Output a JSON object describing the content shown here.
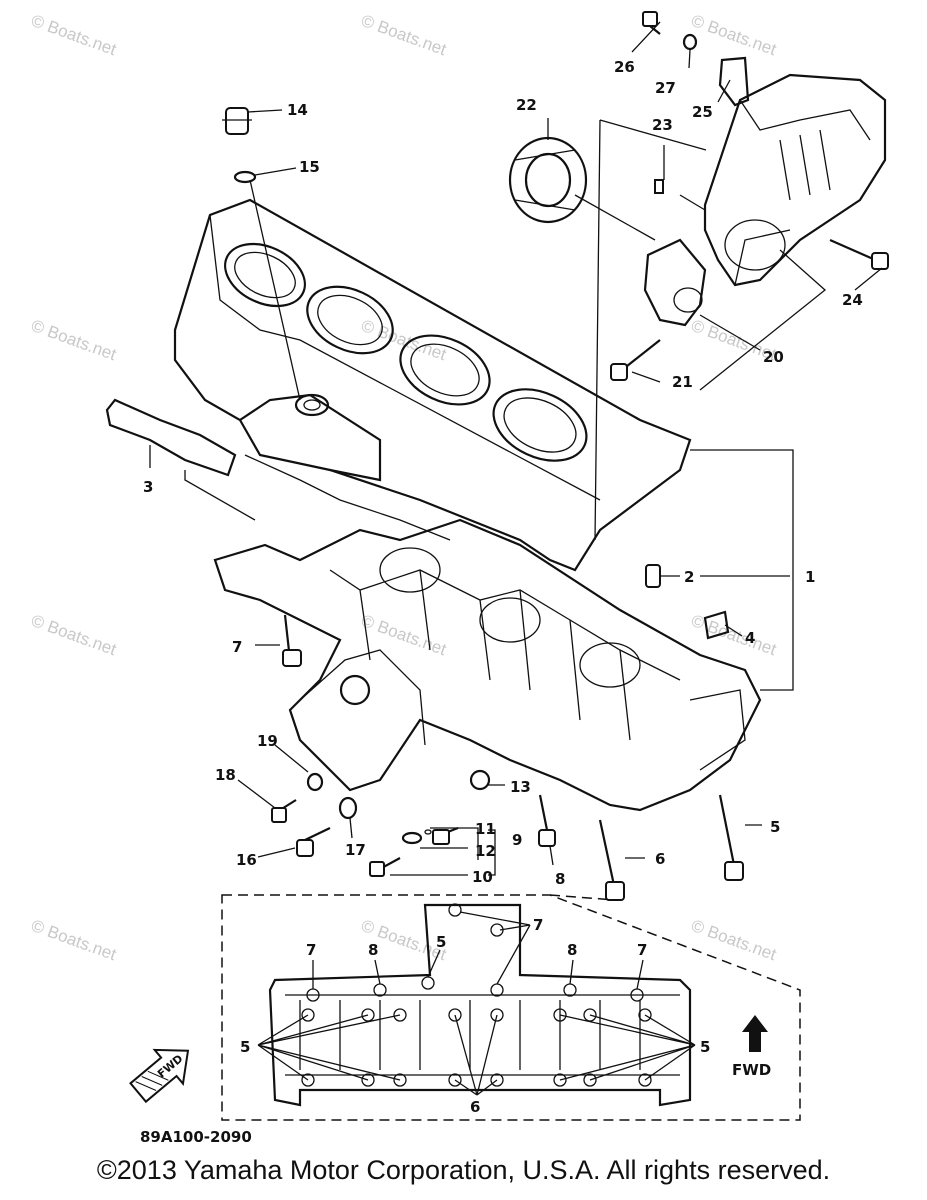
{
  "diagram": {
    "part_numbers": [
      {
        "id": "1",
        "text": "1"
      },
      {
        "id": "2",
        "text": "2"
      },
      {
        "id": "3",
        "text": "3"
      },
      {
        "id": "4",
        "text": "4"
      },
      {
        "id": "5",
        "text": "5"
      },
      {
        "id": "6",
        "text": "6"
      },
      {
        "id": "7",
        "text": "7"
      },
      {
        "id": "8",
        "text": "8"
      },
      {
        "id": "9",
        "text": "9"
      },
      {
        "id": "10",
        "text": "10"
      },
      {
        "id": "11",
        "text": "11"
      },
      {
        "id": "12",
        "text": "12"
      },
      {
        "id": "13",
        "text": "13"
      },
      {
        "id": "14",
        "text": "14"
      },
      {
        "id": "15",
        "text": "15"
      },
      {
        "id": "16",
        "text": "16"
      },
      {
        "id": "17",
        "text": "17"
      },
      {
        "id": "18",
        "text": "18"
      },
      {
        "id": "19",
        "text": "19"
      },
      {
        "id": "20",
        "text": "20"
      },
      {
        "id": "21",
        "text": "21"
      },
      {
        "id": "22",
        "text": "22"
      },
      {
        "id": "23",
        "text": "23"
      },
      {
        "id": "24",
        "text": "24"
      },
      {
        "id": "25",
        "text": "25"
      },
      {
        "id": "26",
        "text": "26"
      },
      {
        "id": "27",
        "text": "27"
      }
    ],
    "inset_labels": {
      "n7": "7",
      "n8": "8",
      "n5": "5",
      "n6": "6"
    },
    "fwd_arrow_label": "FWD",
    "fwd_text": "FWD",
    "reference_code": "89A100-2090",
    "watermark": "© Boats.net",
    "icons": [
      "fwd-arrow-icon",
      "up-arrow-icon"
    ]
  },
  "footer": {
    "copyright": "©2013 Yamaha Motor Corporation, U.S.A. All rights reserved."
  }
}
